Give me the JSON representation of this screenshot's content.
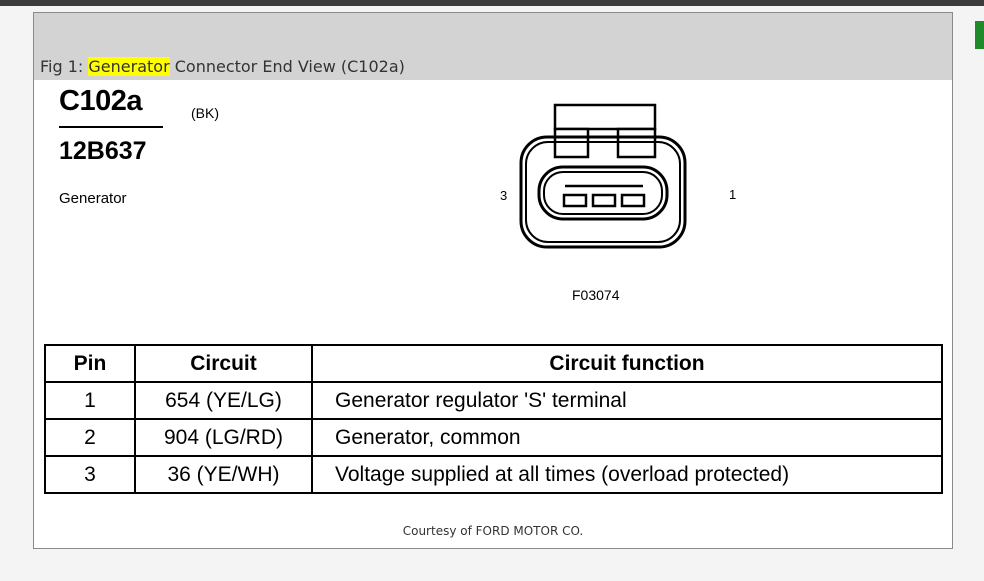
{
  "caption": {
    "prefix": "Fig 1: ",
    "highlight": "Generator",
    "rest": " Connector End View (C102a)"
  },
  "connector": {
    "id": "C102a",
    "color_code": "(BK)",
    "part_number": "12B637",
    "name": "Generator",
    "pin_label_left": "3",
    "pin_label_right": "1",
    "figure_code": "F03074"
  },
  "table": {
    "headers": [
      "Pin",
      "Circuit",
      "Circuit function"
    ],
    "rows": [
      [
        "1",
        "654 (YE/LG)",
        "Generator regulator 'S' terminal"
      ],
      [
        "2",
        "904 (LG/RD)",
        "Generator, common"
      ],
      [
        "3",
        "36 (YE/WH)",
        "Voltage supplied at all times (overload protected)"
      ]
    ]
  },
  "credit": "Courtesy of FORD MOTOR CO.",
  "colors": {
    "highlight": "#ffff00",
    "caption_bar": "#d3d3d3",
    "side_tab": "#1e8a2a"
  }
}
